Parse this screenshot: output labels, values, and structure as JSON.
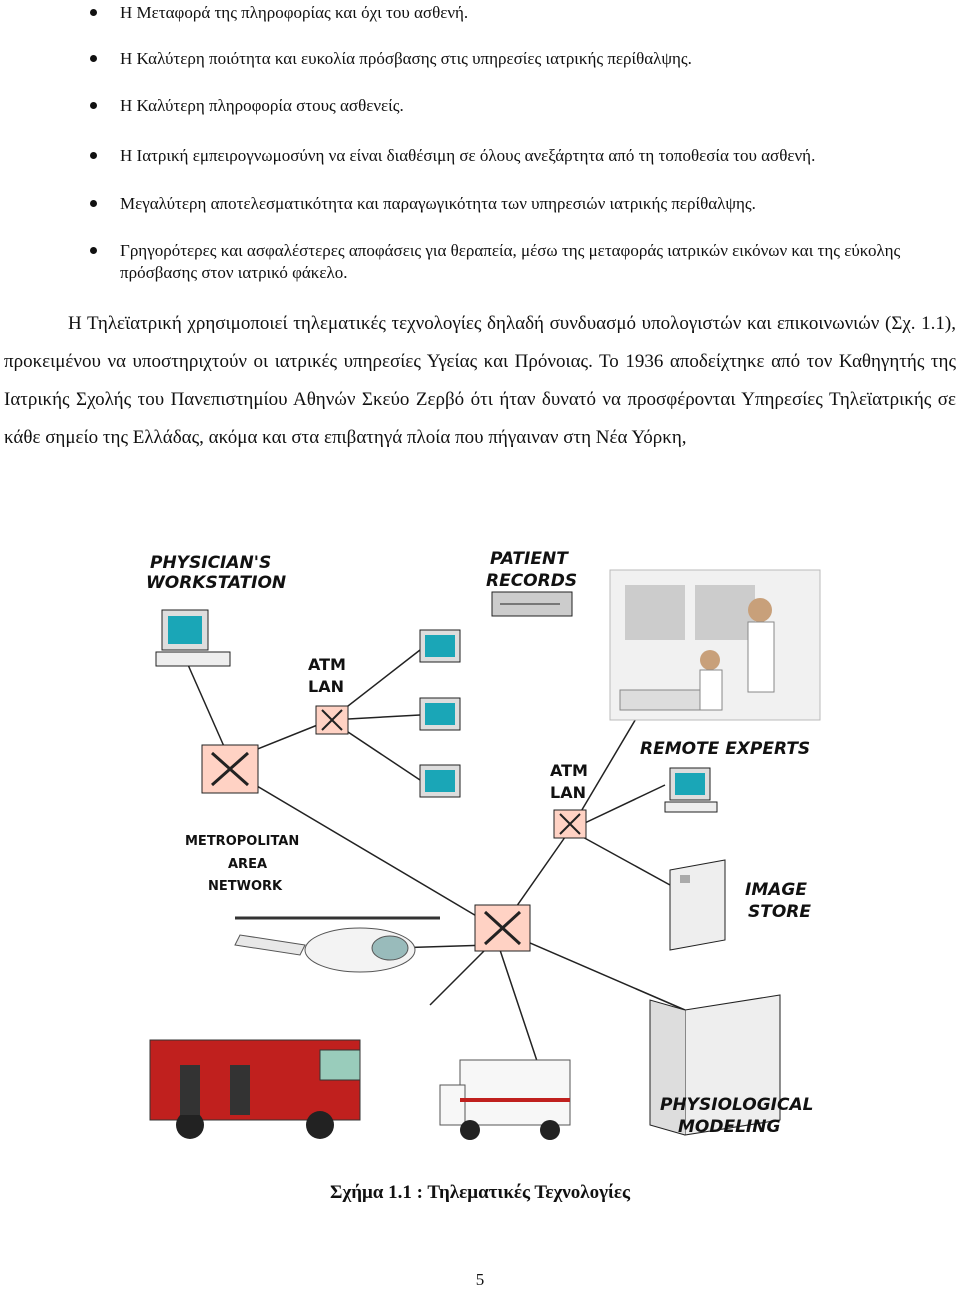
{
  "bullets": [
    "Η Μεταφορά της πληροφορίας και όχι του ασθενή.",
    "Η Καλύτερη ποιότητα και ευκολία πρόσβασης στις υπηρεσίες ιατρικής περίθαλψης.",
    "Η Καλύτερη πληροφορία στους ασθενείς.",
    "Η Ιατρική εμπειρογνωμοσύνη να είναι διαθέσιμη σε όλους ανεξάρτητα από τη τοποθεσία του ασθενή.",
    "Μεγαλύτερη αποτελεσματικότητα και παραγωγικότητα των υπηρεσιών ιατρικής περίθαλψης.",
    "Γρηγορότερες και ασφαλέστερες αποφάσεις για θεραπεία, μέσω της μεταφοράς ιατρικών εικόνων και της εύκολης πρόσβασης στον ιατρικό φάκελο."
  ],
  "paragraph": "Η Τηλεϊατρική χρησιμοποιεί τηλεματικές τεχνολογίες δηλαδή συνδυασμό υπολογιστών και επικοινωνιών (Σχ. 1.1), προκειμένου να υποστηριχτούν οι ιατρικές υπηρεσίες Υγείας και Πρόνοιας. Το 1936 αποδείχτηκε από τον Καθηγητής της Ιατρικής Σχολής του Πανεπιστημίου Αθηνών Σκεύο Ζερβό ότι ήταν δυνατό να προσφέρονται Υπηρεσίες Τηλεϊατρικής σε κάθε σημείο της Ελλάδας, ακόμα και στα επιβατηγά πλοία που πήγαιναν στη Νέα Υόρκη,",
  "figure": {
    "physicians_workstation": [
      "PHYSICIAN'S",
      "WORKSTATION"
    ],
    "patient_records": [
      "PATIENT",
      "RECORDS"
    ],
    "atm_lan_1": [
      "ATM",
      "LAN"
    ],
    "atm_lan_2": [
      "ATM",
      "LAN"
    ],
    "remote_experts": "REMOTE EXPERTS",
    "metropolitan": [
      "METROPOLITAN",
      "AREA",
      "NETWORK"
    ],
    "image_store": [
      "IMAGE",
      "STORE"
    ],
    "physiological": [
      "PHYSIOLOGICAL",
      "MODELING"
    ]
  },
  "caption": "Σχήμα 1.1 : Τηλεματικές Τεχνολογίες",
  "page_number": "5"
}
